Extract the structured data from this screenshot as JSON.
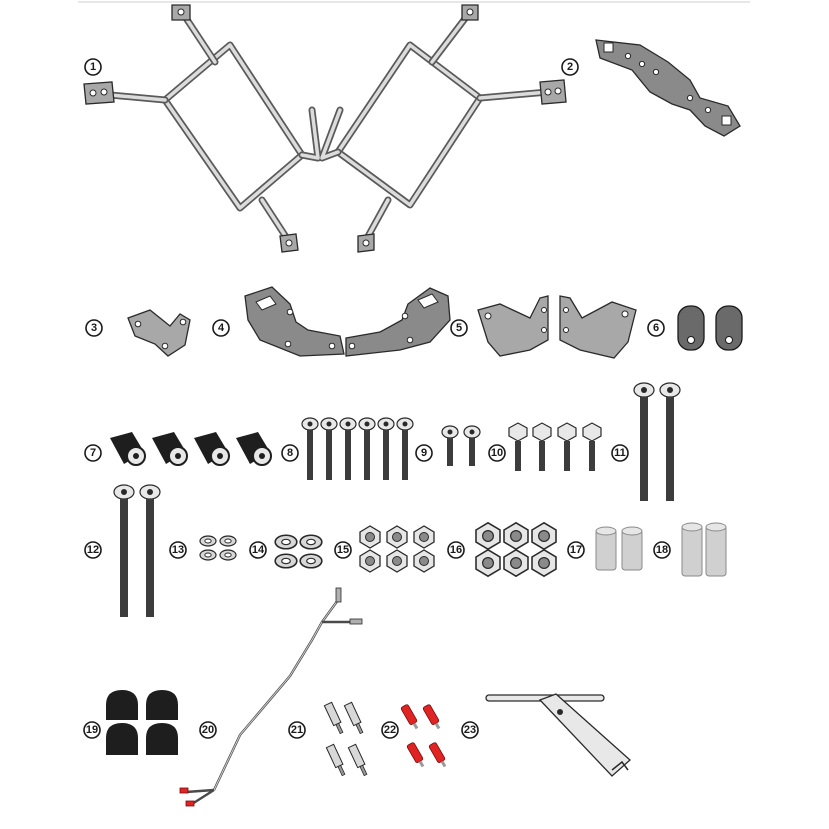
{
  "parts": [
    {
      "id": 1,
      "label": "1",
      "name": "side-frames"
    },
    {
      "id": 2,
      "label": "2",
      "name": "bracket-plate"
    },
    {
      "id": 3,
      "label": "3",
      "name": "small-plate"
    },
    {
      "id": 4,
      "label": "4",
      "name": "mount-plates"
    },
    {
      "id": 5,
      "label": "5",
      "name": "angle-brackets"
    },
    {
      "id": 6,
      "label": "6",
      "name": "rubber-pads"
    },
    {
      "id": 7,
      "label": "7",
      "name": "lock-inserts"
    },
    {
      "id": 8,
      "label": "8",
      "name": "long-screws"
    },
    {
      "id": 9,
      "label": "9",
      "name": "short-screws"
    },
    {
      "id": 10,
      "label": "10",
      "name": "flange-bolts"
    },
    {
      "id": 11,
      "label": "11",
      "name": "long-bolts"
    },
    {
      "id": 12,
      "label": "12",
      "name": "extra-long-bolts"
    },
    {
      "id": 13,
      "label": "13",
      "name": "small-washers"
    },
    {
      "id": 14,
      "label": "14",
      "name": "large-washers"
    },
    {
      "id": 15,
      "label": "15",
      "name": "small-nuts"
    },
    {
      "id": 16,
      "label": "16",
      "name": "large-nuts"
    },
    {
      "id": 17,
      "label": "17",
      "name": "short-spacers"
    },
    {
      "id": 18,
      "label": "18",
      "name": "long-spacers"
    },
    {
      "id": 19,
      "label": "19",
      "name": "caps"
    },
    {
      "id": 20,
      "label": "20",
      "name": "wiring"
    },
    {
      "id": 21,
      "label": "21",
      "name": "bullet-connectors"
    },
    {
      "id": 22,
      "label": "22",
      "name": "red-connectors"
    },
    {
      "id": 23,
      "label": "23",
      "name": "key-tool"
    }
  ]
}
